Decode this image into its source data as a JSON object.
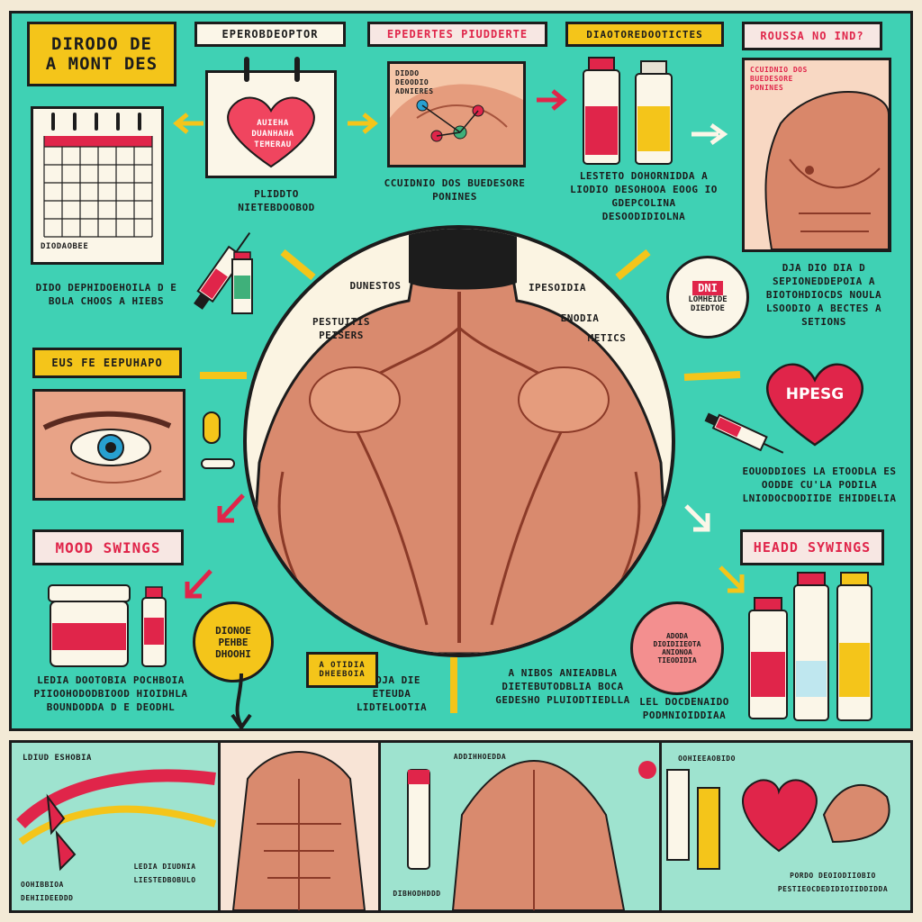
{
  "title": {
    "line1": "DIRODO DE",
    "line2": "A MONT DES"
  },
  "tags": {
    "t1": "EPEROBDEOPTOR",
    "t2": "EPEDERTES PIUDDERTE",
    "t3": "DIAOTOREDOOTICTES",
    "t4": "ROUSSA NO IND?",
    "eyes": "EUS FE EEPUHAPO",
    "mood": "MOOD SWINGS",
    "head": "HEADD SYWINGS"
  },
  "heart_card": {
    "text": "AUIEHA DUANHAHA TEMERAU"
  },
  "calendar_caption": "DIODAOBEE",
  "captions": {
    "c1": "PLIDDTO NIETEBDOOBOD",
    "c2": "CCUIDNIO DOS BUEDESORE PONINES",
    "c3": "LESTETO DOHORNIDDA A LIODIO DESOHOOA EOOG IO GDEPCOLINA DESOODIDIOLNA",
    "c4": "DIDO DEPHIDOEHOILA D E BOLA CHOOS A HIEBS",
    "c5": "DJA DIO DIA D SEPIONEDDEPOIA A BIOTOHDIOCDS NOULA LSOODIO A BECTES A SETIONS",
    "c6": "EOUODDIOES LA ETOODLA ES OODDE CU'LA PODILA LNIODOCDODIIDE EHIDDELIA",
    "c7": "LEDIA DOOTOBIA POCHBOIA PIIOOHODODBIOOD HIOIDHLA BOUNDODDA D E DEODHL",
    "c8": "JEOJA DIE ETEUDA LIDTELOOTIA",
    "c9": "A NIBOS ANIEADBLA DIETEBUTODBLIA BOCA GEDESHO PLUIODTIEDLLA",
    "c10": "LEL DOCDENAIDO PODMNIOIDDIAA"
  },
  "circle_labels": {
    "l1": "DUNESTOS",
    "l2": "PESTUITIS PEISERS",
    "l3": "IPESOIDIA",
    "l4": "ENODIA",
    "l5": "METICS"
  },
  "stickers": {
    "dni": "DNI",
    "dni_sub": "LOMHEIDE DIEDTOE",
    "bubble": "DIONOE PEHBE DHOOHI",
    "yellow_tag": "A OTIDIA DHEEBOIA",
    "heart_red": "HPESG",
    "pink_bubble": "ADODA DIOIDIIEOTA ANIONOA TIEODIDIA",
    "photo_caption": "DIDDO DEOODIO ADNIERES"
  },
  "strip": {
    "s1a": "LDIUD ESHOBIA",
    "s1b": "OOHIBBIOA DEHIIDEEDDD",
    "s1c": "LEDIA DIUDNIA LIESTEDBOBULO",
    "s3a": "ADDIHHOEDDA",
    "s3b": "DIBHODHDDD",
    "s4a": "OOHIEEAOBIDO",
    "s4b": "PORDO DEOIODIIOBIO PESTIEOCDEDIDIOIIDDIDDA"
  },
  "colors": {
    "teal": "#3fd1b4",
    "red": "#e0254a",
    "yellow": "#f4c51a",
    "skin": "#d98a6e",
    "ink": "#1c1c1c"
  }
}
